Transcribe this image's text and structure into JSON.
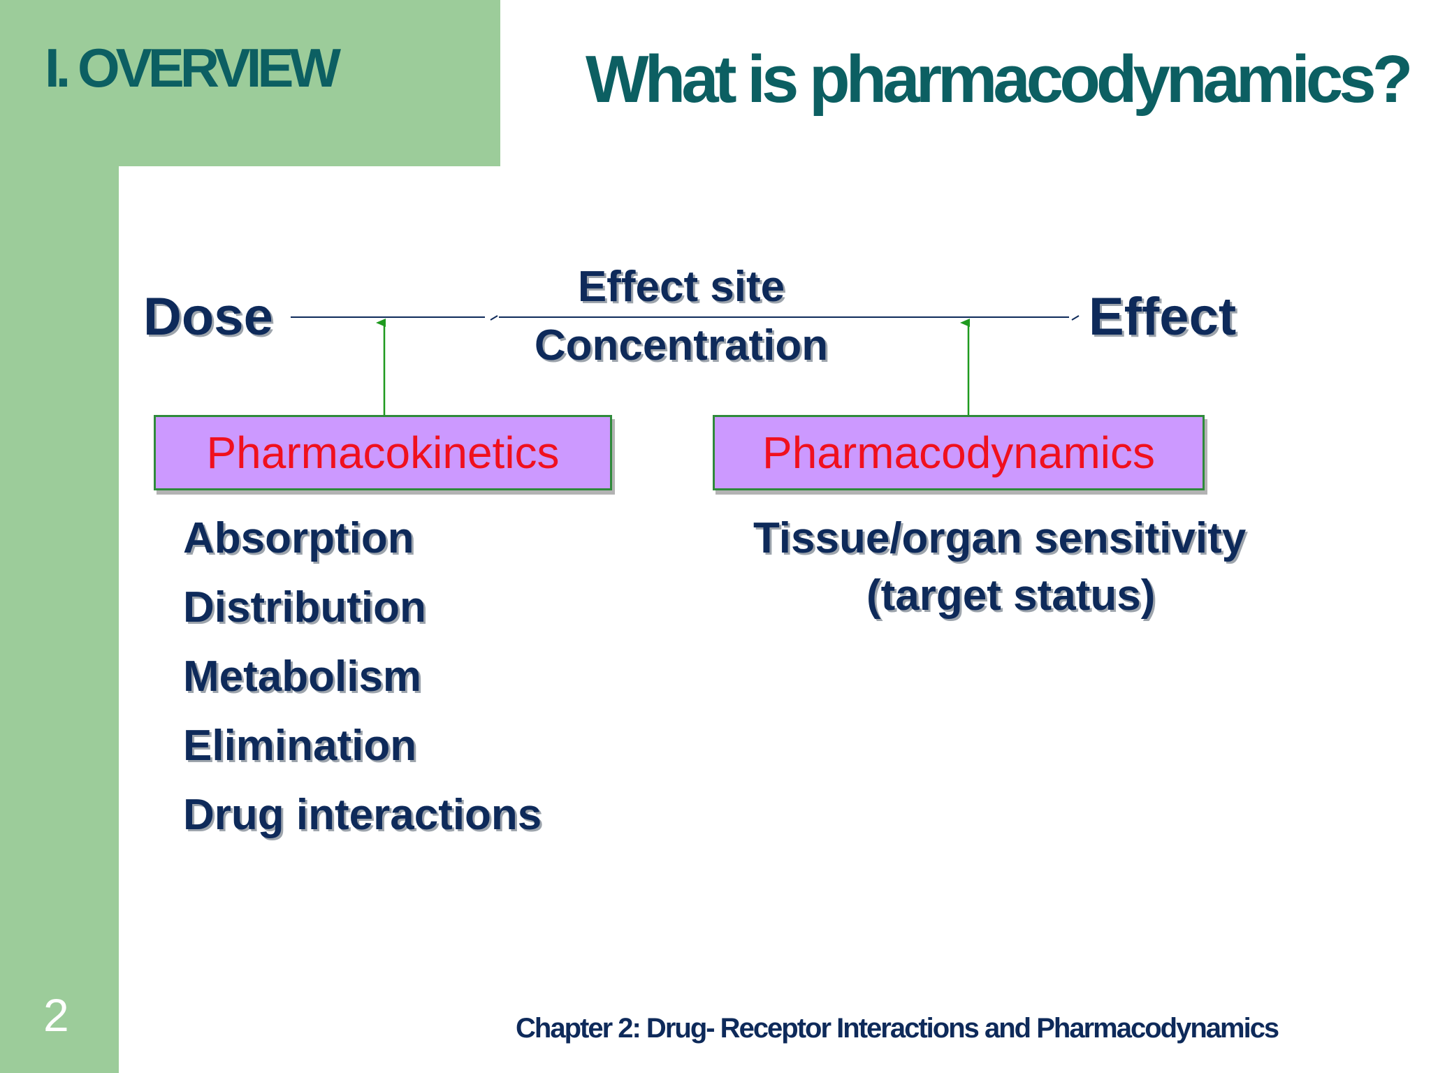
{
  "header": {
    "section_title": "I. OVERVIEW",
    "title": "What is pharmacodynamics?"
  },
  "diagram": {
    "dose": "Dose",
    "effect_site_line1": "Effect site",
    "effect_site_line2": "Concentration",
    "effect": "Effect",
    "pharmacokinetics": {
      "label": "Pharmacokinetics",
      "items": [
        "Absorption",
        "Distribution",
        "Metabolism",
        "Elimination",
        "Drug interactions"
      ]
    },
    "pharmacodynamics": {
      "label": "Pharmacodynamics",
      "description_line1": "Tissue/organ sensitivity",
      "description_line2": "(target status)"
    }
  },
  "footer": {
    "page_number": "2",
    "chapter": "Chapter 2: Drug- Receptor Interactions and Pharmacodynamics"
  },
  "colors": {
    "green_band": "#9ccc9a",
    "title_teal": "#0c5f62",
    "navy_text": "#0e2a5a",
    "box_fill": "#cc99ff",
    "box_text": "#f0101e",
    "arrow_green": "#1f9a1f"
  }
}
